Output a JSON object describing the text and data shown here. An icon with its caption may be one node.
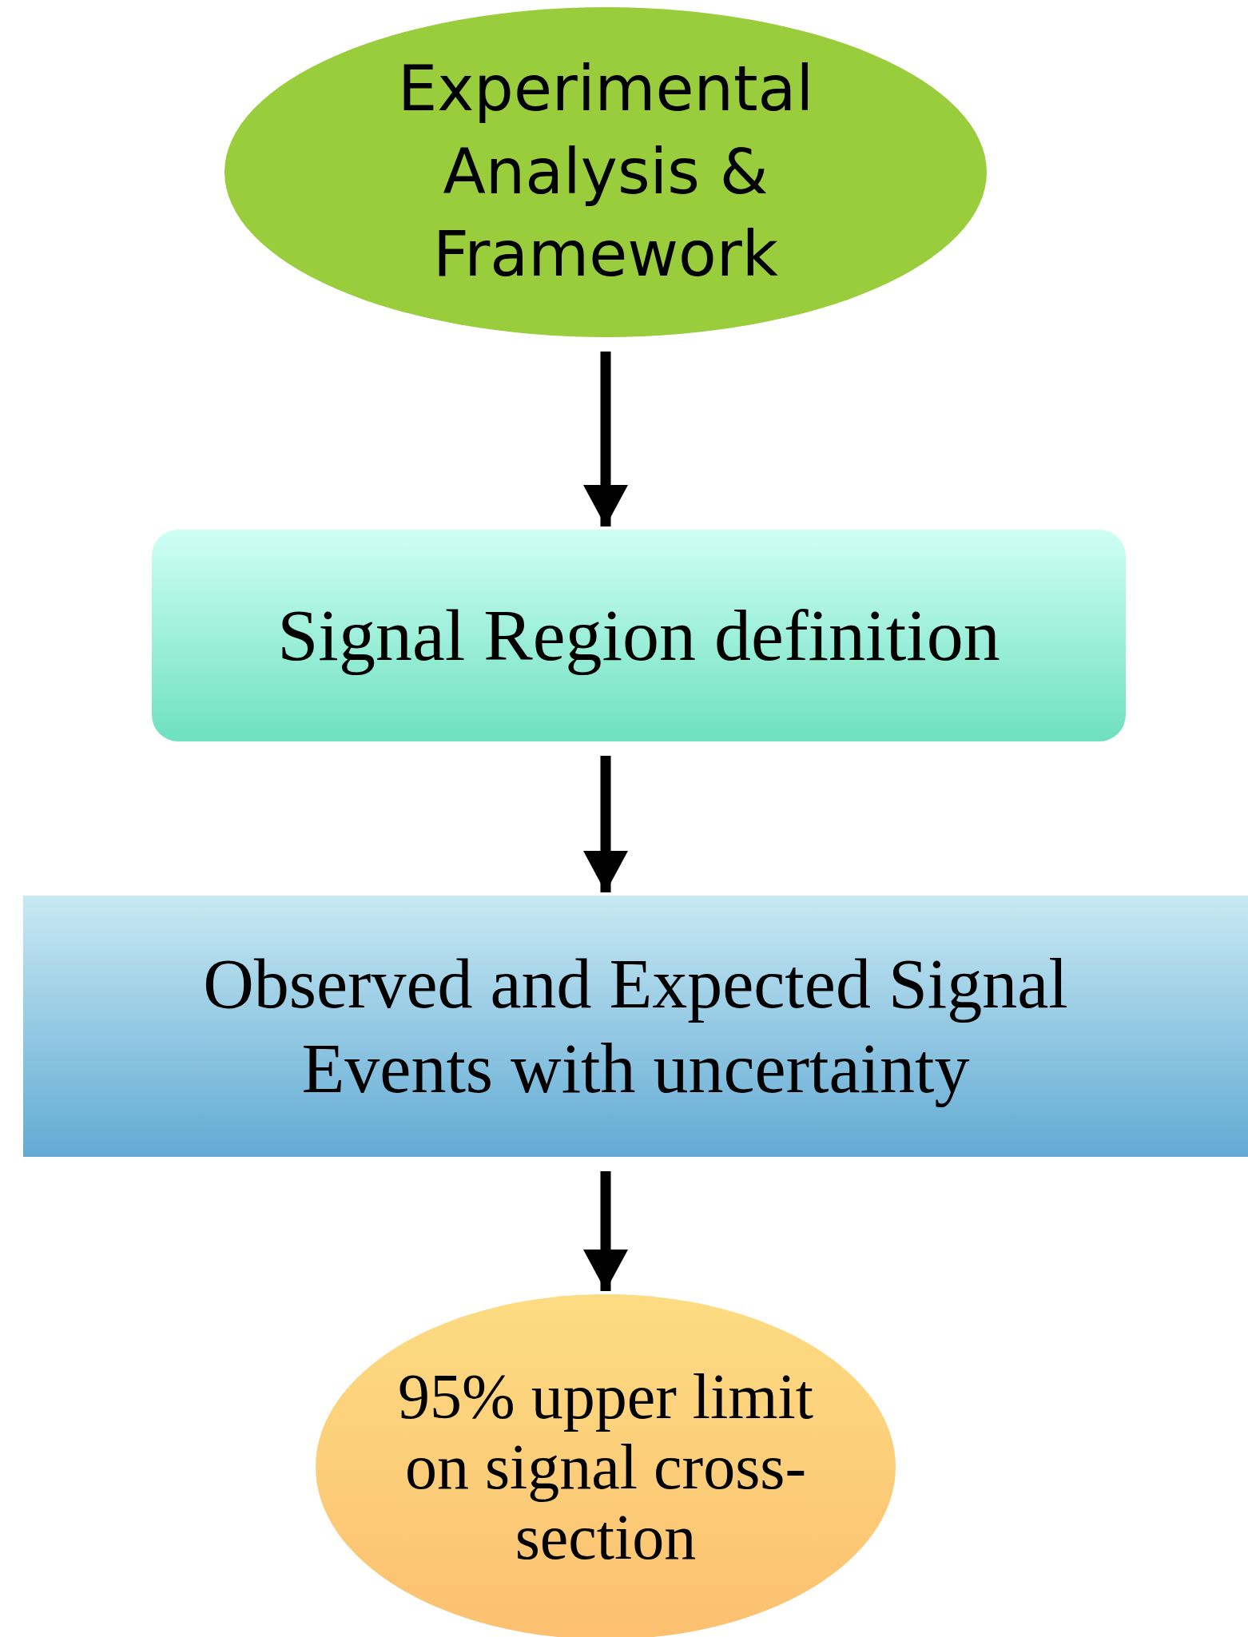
{
  "diagram": {
    "nodes": [
      {
        "text": [
          "Experimental Analysis & Framework"
        ]
      },
      {
        "text": [
          "Signal Region definition"
        ]
      },
      {
        "text": [
          "Observed and Expected Signal Events with uncertainty"
        ]
      },
      {
        "text": [
          "95% upper limit on signal cross-section"
        ]
      }
    ],
    "edges": [
      {
        "from": 0,
        "to": 1,
        "arrow": "to"
      },
      {
        "from": 1,
        "to": 2,
        "arrow": "to"
      },
      {
        "from": 2,
        "to": 3,
        "arrow": "to"
      }
    ]
  }
}
